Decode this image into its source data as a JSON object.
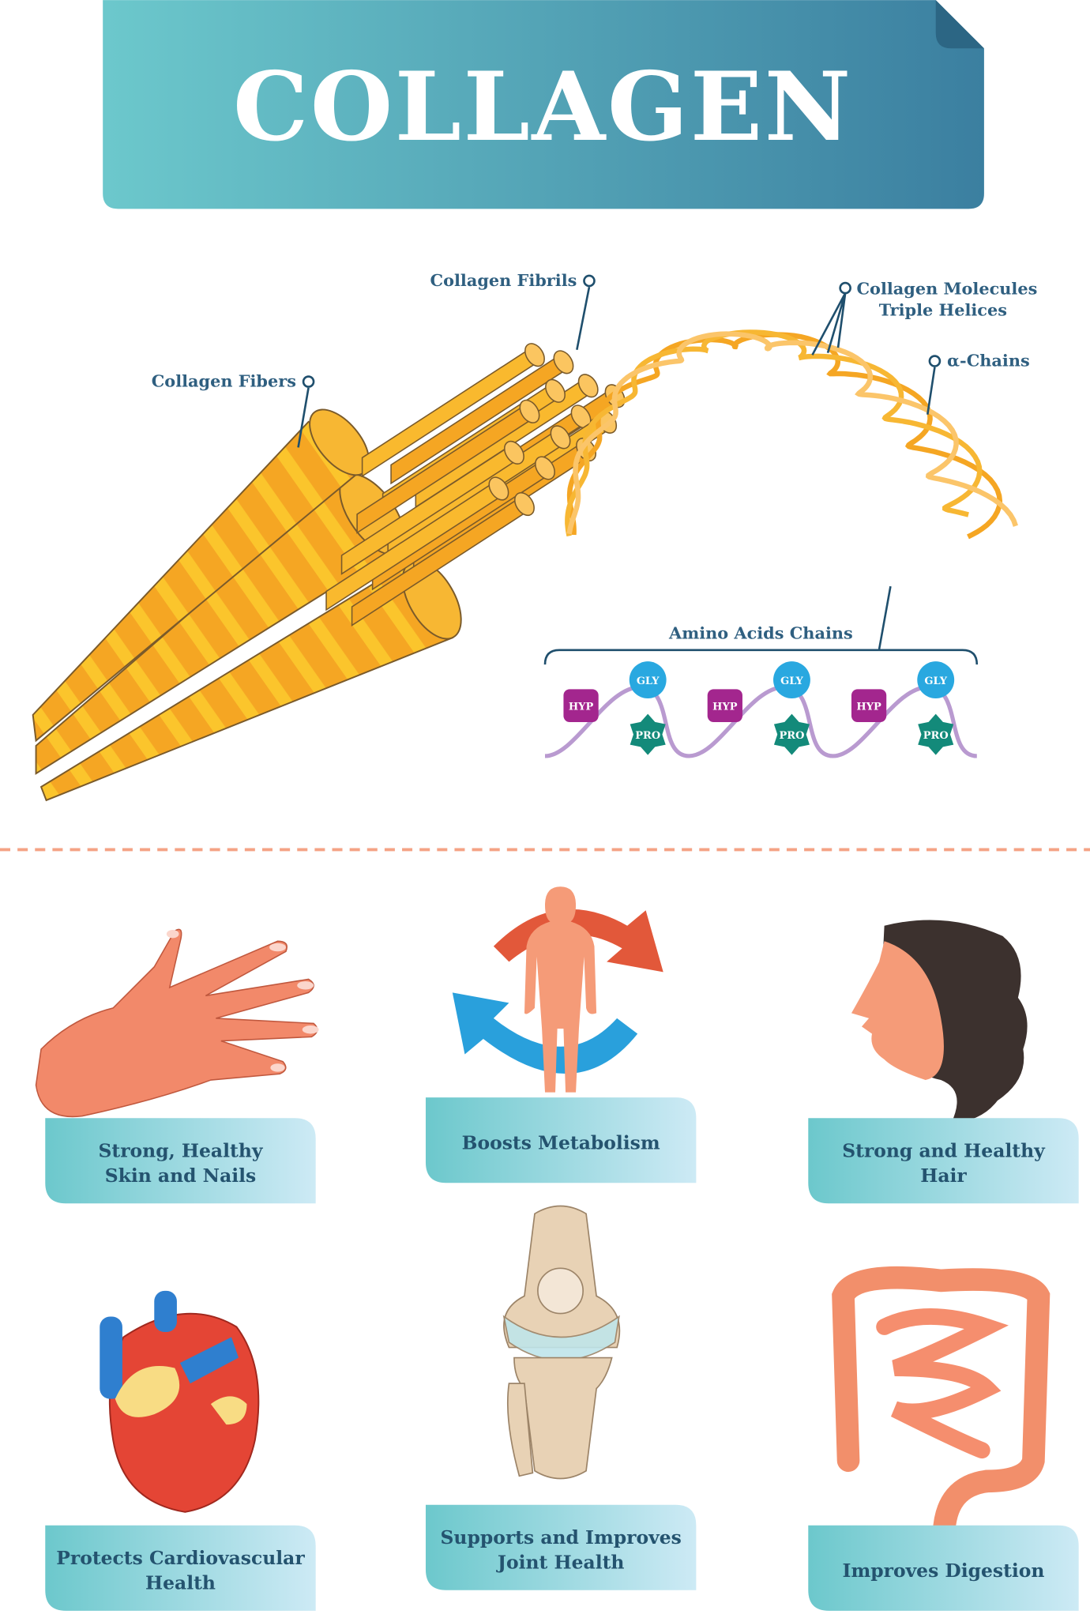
{
  "title": "COLLAGEN",
  "colors": {
    "banner_start": "#6cc8cc",
    "banner_end": "#3b7fa0",
    "label": "#2f5f80",
    "gly": "#29a8e0",
    "hyp": "#a3268e",
    "pro": "#138a7a",
    "chain": "#b99ad0",
    "divider": "#f4a385",
    "fiber": "#f5a623"
  },
  "structure_labels": {
    "fibers": "Collagen Fibers",
    "fibrils": "Collagen Fibrils",
    "molecules_line1": "Collagen Molecules",
    "molecules_line2": "Triple Helices",
    "alpha_chains": "α-Chains",
    "amino_acids": "Amino Acids Chains"
  },
  "amino_acids": {
    "gly": "GLY",
    "hyp": "HYP",
    "pro": "PRO"
  },
  "benefits": [
    {
      "line1": "Strong, Healthy",
      "line2": "Skin and Nails",
      "icon": "hand-icon"
    },
    {
      "line1": "Boosts Metabolism",
      "line2": "",
      "icon": "metabolism-cycle-icon"
    },
    {
      "line1": "Strong and Healthy",
      "line2": "Hair",
      "icon": "head-hair-icon"
    },
    {
      "line1": "Protects Cardiovascular",
      "line2": "Health",
      "icon": "heart-icon"
    },
    {
      "line1": "Supports and Improves",
      "line2": "Joint Health",
      "icon": "knee-joint-icon"
    },
    {
      "line1": "Improves Digestion",
      "line2": "",
      "icon": "intestine-icon"
    }
  ]
}
